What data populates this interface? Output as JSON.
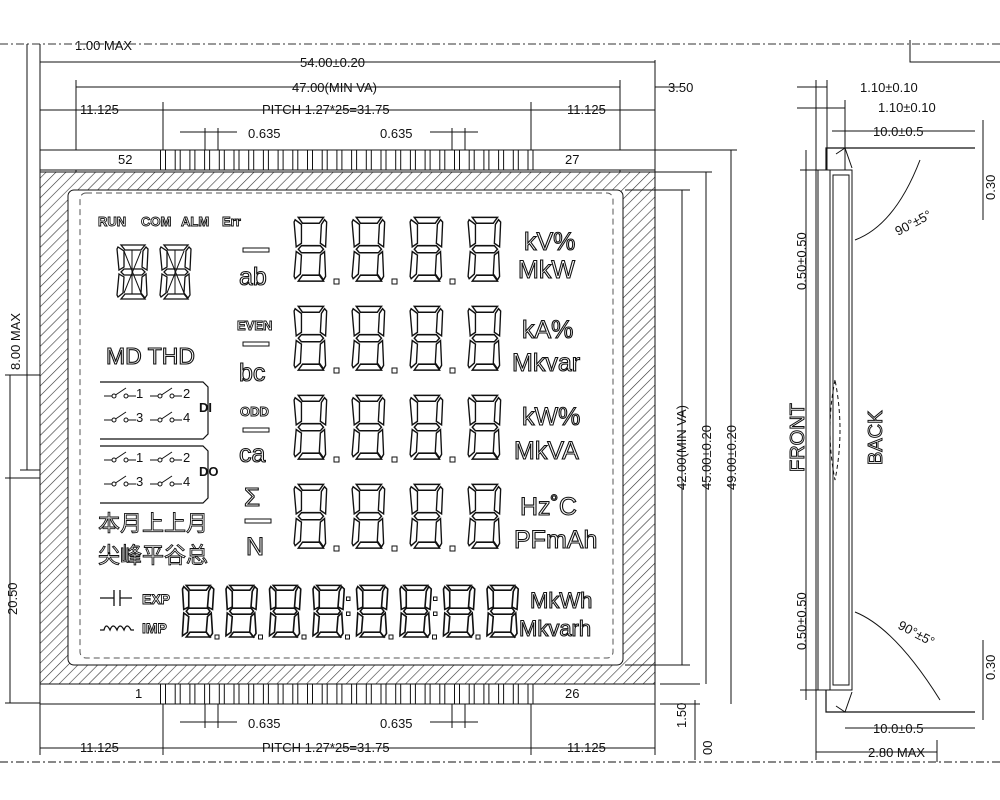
{
  "dimensions": {
    "top": {
      "tolerance_max": "1.00 MAX",
      "overall_width": "54.00±0.20",
      "view_area": "47.00(MIN VA)",
      "offset": "3.50",
      "edge_left": "11.125",
      "pitch": "PITCH 1.27*25=31.75",
      "edge_right": "11.125",
      "pin_gap_left": "0.635",
      "pin_gap_right": "0.635"
    },
    "bottom": {
      "edge_left": "11.125",
      "pitch": "PITCH 1.27*25=31.75",
      "edge_right": "11.125",
      "pin_gap_left": "0.635",
      "pin_gap_right": "0.635",
      "lead": "1.50",
      "lead_zero": "00"
    },
    "left": {
      "max_height": "8.00 MAX",
      "lower": "20.50"
    },
    "right": {
      "view_area_height": "42.00(MIN VA)",
      "glass_height": "45.00±0.20",
      "overall_height": "49.00±0.20"
    },
    "side_view": {
      "t1": "1.10±0.10",
      "t2": "1.10±0.10",
      "pin_len_top": "10.0±0.5",
      "pin_len_bottom": "10.0±0.5",
      "offset_top": "0.50±0.50",
      "offset_bottom": "0.50±0.50",
      "bend_top": "0.30",
      "bend_bottom": "0.30",
      "angle_top": "90°±5°",
      "angle_bottom": "90°±5°",
      "total": "2.80 MAX",
      "front_label": "FRONT",
      "back_label": "BACK"
    }
  },
  "pins": {
    "top_left": "52",
    "top_right": "27",
    "bottom_left": "1",
    "bottom_right": "26"
  },
  "lcd": {
    "status": [
      "RUN",
      "COM",
      "ALM",
      "Err"
    ],
    "md_thd": "MD THD",
    "di_label": "DI",
    "do_label": "DO",
    "switch_numbers": [
      "1",
      "2",
      "3",
      "4"
    ],
    "cjk_row1": "本月上上月",
    "cjk_row2": "尖峰平谷总",
    "phase_labels": [
      "ab",
      "bc",
      "ca"
    ],
    "even": "EVEN",
    "odd": "ODD",
    "sigma": "Σ",
    "n": "N",
    "units": [
      [
        "kV%",
        "MkW"
      ],
      [
        "kA%",
        "Mkvar"
      ],
      [
        "kW%",
        "MkVA"
      ],
      [
        "Hz˚C",
        "PFmAh"
      ]
    ],
    "exp": "EXP",
    "imp": "IMP",
    "energy_units": [
      "MkWh",
      "Mkvarh"
    ]
  }
}
